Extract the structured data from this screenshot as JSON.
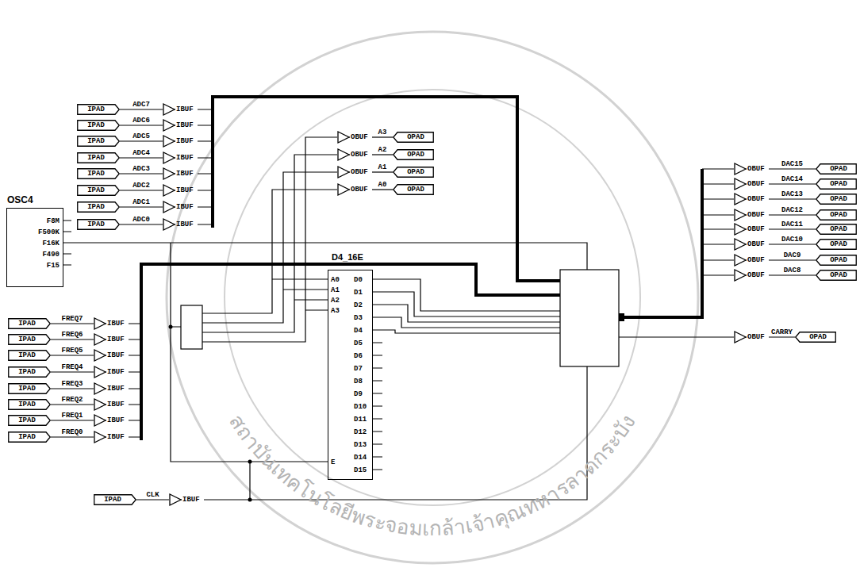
{
  "diagram": {
    "nodes": [
      {
        "text": [
          "IPAD"
        ]
      },
      {
        "text": [
          "IPAD"
        ]
      },
      {
        "text": [
          "IPAD"
        ]
      },
      {
        "text": [
          "IPAD"
        ]
      },
      {
        "text": [
          "IPAD"
        ]
      },
      {
        "text": [
          "IPAD"
        ]
      },
      {
        "text": [
          "IPAD"
        ]
      },
      {
        "text": [
          "IPAD"
        ]
      },
      {
        "text": [
          "IBUF"
        ]
      },
      {
        "text": [
          "IBUF"
        ]
      },
      {
        "text": [
          "IBUF"
        ]
      },
      {
        "text": [
          "IBUF"
        ]
      },
      {
        "text": [
          "IBUF"
        ]
      },
      {
        "text": [
          "IBUF"
        ]
      },
      {
        "text": [
          "IBUF"
        ]
      },
      {
        "text": [
          "IBUF"
        ]
      },
      {
        "text": [
          "OSC4",
          "F8M",
          "F500K",
          "F16K",
          "F490",
          "F15"
        ]
      },
      {
        "text": [
          "OBUF"
        ]
      },
      {
        "text": [
          "OBUF"
        ]
      },
      {
        "text": [
          "OBUF"
        ]
      },
      {
        "text": [
          "OBUF"
        ]
      },
      {
        "text": [
          "OPAD"
        ]
      },
      {
        "text": [
          "OPAD"
        ]
      },
      {
        "text": [
          "OPAD"
        ]
      },
      {
        "text": [
          "OPAD"
        ]
      },
      {
        "text": [
          "D4_16E",
          "A0",
          "A1",
          "A2",
          "A3",
          "D0",
          "D1",
          "D2",
          "D3",
          "D4",
          "D5",
          "D6",
          "D7",
          "D8",
          "D9",
          "D10",
          "D11",
          "D12",
          "D13",
          "D14",
          "D15",
          "E"
        ]
      },
      {
        "text": [
          "IPAD"
        ]
      },
      {
        "text": [
          "IPAD"
        ]
      },
      {
        "text": [
          "IPAD"
        ]
      },
      {
        "text": [
          "IPAD"
        ]
      },
      {
        "text": [
          "IPAD"
        ]
      },
      {
        "text": [
          "IPAD"
        ]
      },
      {
        "text": [
          "IPAD"
        ]
      },
      {
        "text": [
          "IPAD"
        ]
      },
      {
        "text": [
          "IBUF"
        ]
      },
      {
        "text": [
          "IBUF"
        ]
      },
      {
        "text": [
          "IBUF"
        ]
      },
      {
        "text": [
          "IBUF"
        ]
      },
      {
        "text": [
          "IBUF"
        ]
      },
      {
        "text": [
          "IBUF"
        ]
      },
      {
        "text": [
          "IBUF"
        ]
      },
      {
        "text": [
          "IBUF"
        ]
      },
      {
        "text": [
          "IPAD"
        ]
      },
      {
        "text": [
          "IBUF"
        ]
      },
      {
        "text": [
          "OBUF"
        ]
      },
      {
        "text": [
          "OBUF"
        ]
      },
      {
        "text": [
          "OBUF"
        ]
      },
      {
        "text": [
          "OBUF"
        ]
      },
      {
        "text": [
          "OBUF"
        ]
      },
      {
        "text": [
          "OBUF"
        ]
      },
      {
        "text": [
          "OBUF"
        ]
      },
      {
        "text": [
          "OBUF"
        ]
      },
      {
        "text": [
          "OPAD"
        ]
      },
      {
        "text": [
          "OPAD"
        ]
      },
      {
        "text": [
          "OPAD"
        ]
      },
      {
        "text": [
          "OPAD"
        ]
      },
      {
        "text": [
          "OPAD"
        ]
      },
      {
        "text": [
          "OPAD"
        ]
      },
      {
        "text": [
          "OPAD"
        ]
      },
      {
        "text": [
          "OPAD"
        ]
      },
      {
        "text": [
          "OBUF"
        ]
      },
      {
        "text": [
          "OPAD"
        ]
      }
    ],
    "edges": [
      {
        "from": 0,
        "to": 8,
        "arrow": "none",
        "label": "ADC7"
      },
      {
        "from": 1,
        "to": 9,
        "arrow": "none",
        "label": "ADC6"
      },
      {
        "from": 2,
        "to": 10,
        "arrow": "none",
        "label": "ADC5"
      },
      {
        "from": 3,
        "to": 11,
        "arrow": "none",
        "label": "ADC4"
      },
      {
        "from": 4,
        "to": 12,
        "arrow": "none",
        "label": "ADC3"
      },
      {
        "from": 5,
        "to": 13,
        "arrow": "none",
        "label": "ADC2"
      },
      {
        "from": 6,
        "to": 14,
        "arrow": "none",
        "label": "ADC1"
      },
      {
        "from": 7,
        "to": 15,
        "arrow": "none",
        "label": "ADC0"
      },
      {
        "from": 17,
        "to": 21,
        "arrow": "none",
        "label": "A3"
      },
      {
        "from": 18,
        "to": 22,
        "arrow": "none",
        "label": "A2"
      },
      {
        "from": 19,
        "to": 23,
        "arrow": "none",
        "label": "A1"
      },
      {
        "from": 20,
        "to": 24,
        "arrow": "none",
        "label": "A0"
      },
      {
        "from": 26,
        "to": 34,
        "arrow": "none",
        "label": "FREQ7"
      },
      {
        "from": 27,
        "to": 35,
        "arrow": "none",
        "label": "FREQ6"
      },
      {
        "from": 28,
        "to": 36,
        "arrow": "none",
        "label": "FREQ5"
      },
      {
        "from": 29,
        "to": 37,
        "arrow": "none",
        "label": "FREQ4"
      },
      {
        "from": 30,
        "to": 38,
        "arrow": "none",
        "label": "FREQ3"
      },
      {
        "from": 31,
        "to": 39,
        "arrow": "none",
        "label": "FREQ2"
      },
      {
        "from": 32,
        "to": 40,
        "arrow": "none",
        "label": "FREQ1"
      },
      {
        "from": 33,
        "to": 41,
        "arrow": "none",
        "label": "FREQ0"
      },
      {
        "from": 42,
        "to": 43,
        "arrow": "none",
        "label": "CLK"
      },
      {
        "from": 44,
        "to": 52,
        "arrow": "none",
        "label": "DAC15"
      },
      {
        "from": 45,
        "to": 53,
        "arrow": "none",
        "label": "DAC14"
      },
      {
        "from": 46,
        "to": 54,
        "arrow": "none",
        "label": "DAC13"
      },
      {
        "from": 47,
        "to": 55,
        "arrow": "none",
        "label": "DAC12"
      },
      {
        "from": 48,
        "to": 56,
        "arrow": "none",
        "label": "DAC11"
      },
      {
        "from": 49,
        "to": 57,
        "arrow": "none",
        "label": "DAC10"
      },
      {
        "from": 50,
        "to": 58,
        "arrow": "none",
        "label": "DAC9"
      },
      {
        "from": 51,
        "to": 59,
        "arrow": "none",
        "label": "DAC8"
      },
      {
        "from": 60,
        "to": 61,
        "arrow": "none",
        "label": "CARRY"
      }
    ],
    "labels": [
      "สถาบันเทคโนโลยีพระจอมเกล้าเจ้าคุณทหารลาดกระบัง"
    ]
  }
}
